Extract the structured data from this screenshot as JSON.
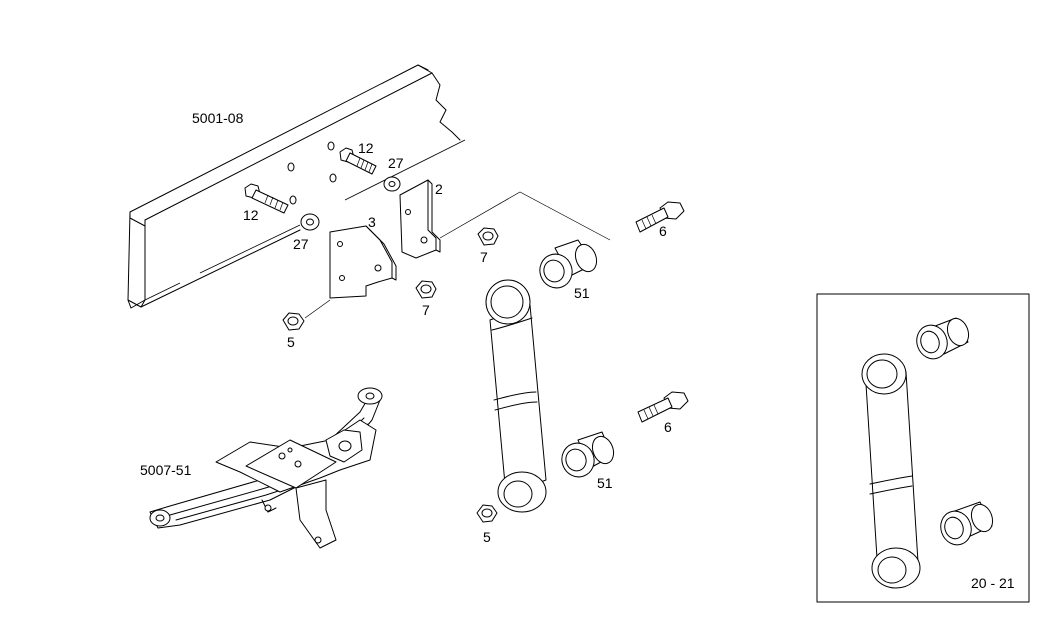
{
  "labels": {
    "frame_ref": "5001-08",
    "spring_ref": "5007-51",
    "item_12_upper": "12",
    "item_12_lower": "12",
    "item_27_upper": "27",
    "item_27_lower": "27",
    "item_2": "2",
    "item_3": "3",
    "item_7_upper": "7",
    "item_7_lower": "7",
    "item_5_upper": "5",
    "item_5_lower": "5",
    "item_6_upper": "6",
    "item_6_lower": "6",
    "item_51_upper": "51",
    "item_51_lower": "51",
    "inset_range": "20 - 21"
  }
}
